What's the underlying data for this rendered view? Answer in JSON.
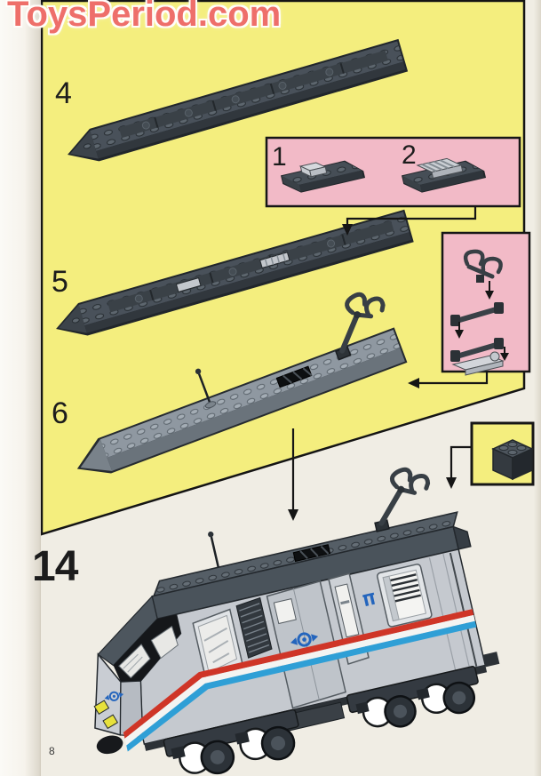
{
  "watermark": {
    "text": "ToysPeriod.com",
    "color": "#ee6f6a"
  },
  "steps": {
    "step4": "4",
    "step5": "5",
    "step6": "6",
    "step14": "14"
  },
  "inset_boxes": {
    "parts": {
      "labels": [
        "1",
        "2"
      ],
      "background": "#f2bac7"
    },
    "pantograph_parts": {
      "background": "#f2bac7"
    },
    "brick_callout": {
      "background": "#f4ee7e"
    }
  },
  "panel": {
    "background": "#f4ee7e",
    "border": "#141414"
  },
  "page": {
    "number": "8",
    "background": "#f0ede4"
  },
  "train": {
    "body_gray": "#c5c9cf",
    "roof_gray": "#4a535b",
    "stripe_red": "#cf3527",
    "stripe_white": "#f4f4f2",
    "stripe_blue": "#2f9fd6",
    "logo_blue": "#2465bd",
    "headlight_yellow": "#e7e13c"
  }
}
